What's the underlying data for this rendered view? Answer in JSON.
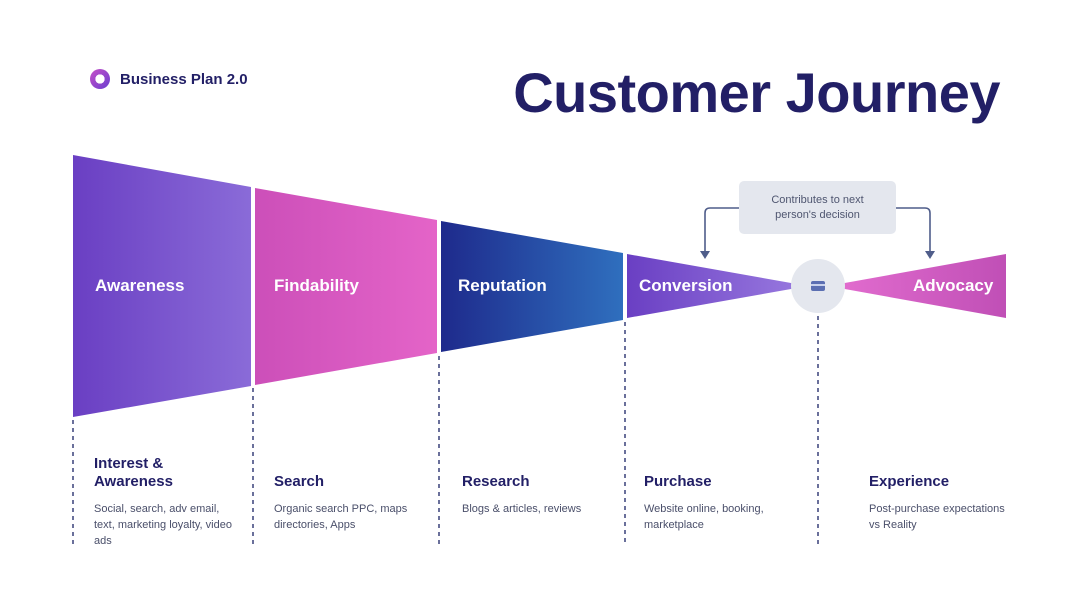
{
  "brand": {
    "name": "Business Plan 2.0"
  },
  "title": "Customer Journey",
  "note": "Contributes to next person's decision",
  "stages": [
    {
      "label": "Awareness"
    },
    {
      "label": "Findability"
    },
    {
      "label": "Reputation"
    },
    {
      "label": "Conversion"
    },
    {
      "label": "Advocacy"
    }
  ],
  "columns": [
    {
      "title": "Interest & Awareness",
      "text": "Social, search, adv email, text, marketing loyalty, video ads"
    },
    {
      "title": "Search",
      "text": "Organic search PPC, maps directories, Apps"
    },
    {
      "title": "Research",
      "text": "Blogs & articles, reviews"
    },
    {
      "title": "Purchase",
      "text": "Website online, booking, marketplace"
    },
    {
      "title": "Experience",
      "text": "Post-purchase expectations vs Reality"
    }
  ],
  "icons": {
    "center": "card-icon",
    "brand": "ring-logo-icon"
  },
  "colors": {
    "navy": "#221f66",
    "purple_start": "#6a3fc3",
    "purple_end": "#8a6bd8",
    "pink_start": "#cc4fb9",
    "pink_end": "#e464c8",
    "blue_start": "#1e2a8c",
    "blue_end": "#2f6fbe",
    "circle": "#e4e7ee"
  }
}
